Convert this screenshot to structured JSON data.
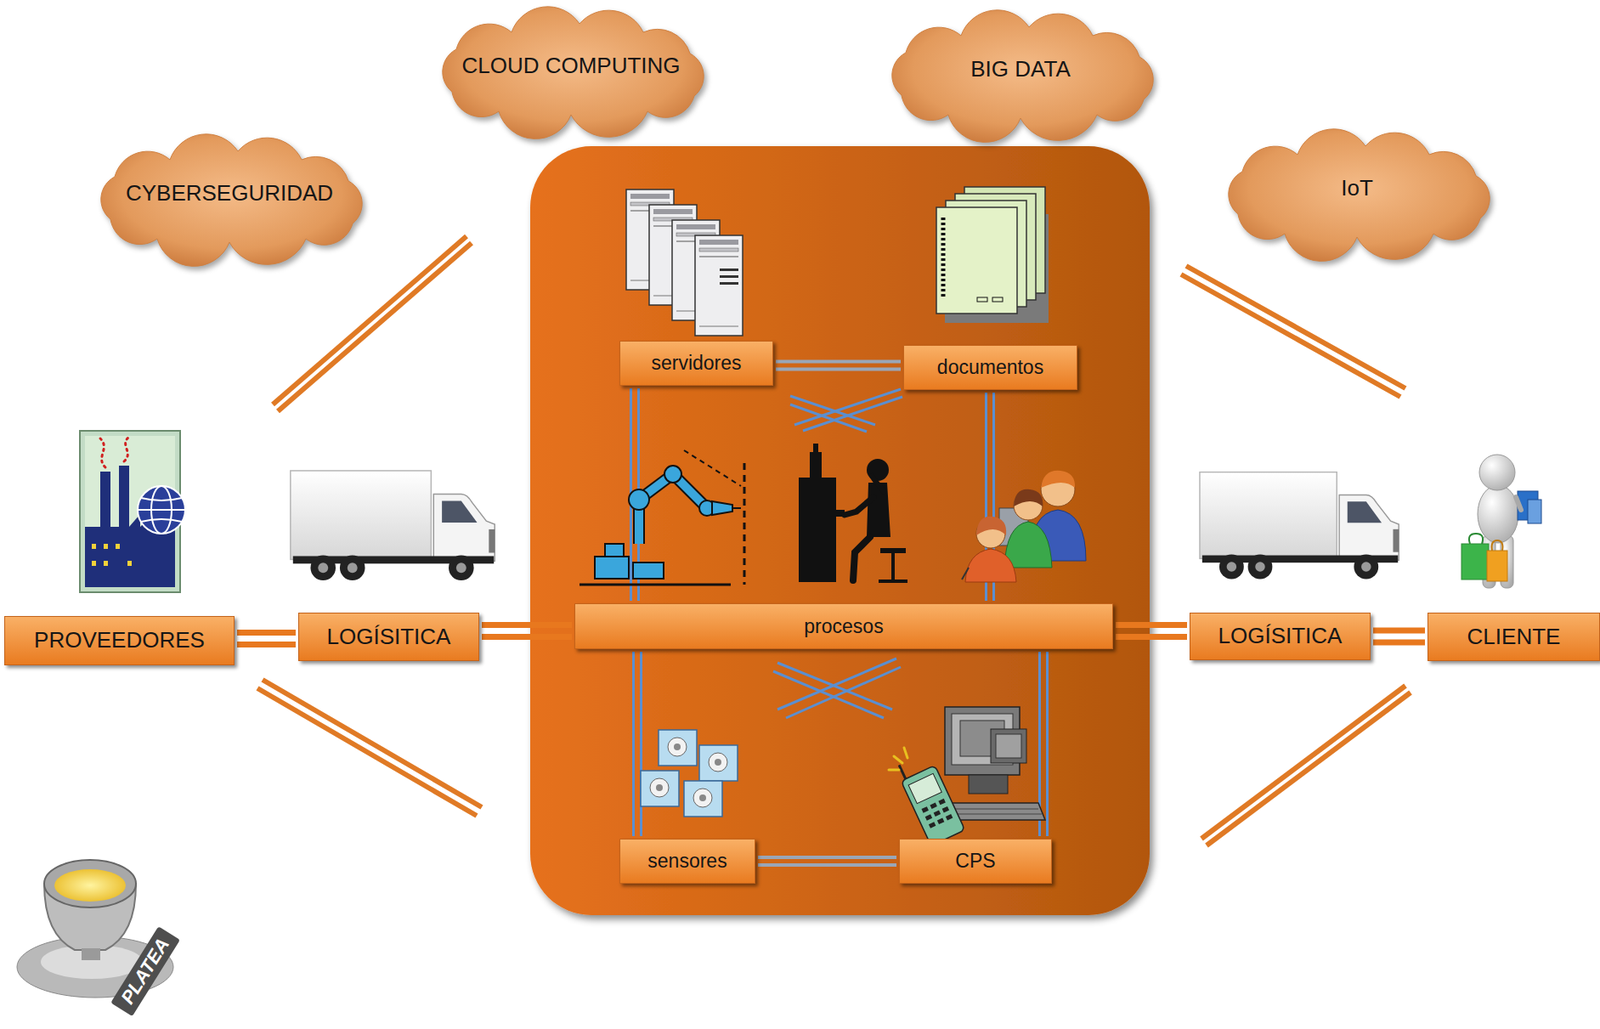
{
  "diagram": {
    "nodes": [
      {
        "text": [
          "CLOUD COMPUTING"
        ]
      },
      {
        "text": [
          "BIG DATA"
        ]
      },
      {
        "text": [
          "CYBERSEGURIDAD"
        ]
      },
      {
        "text": [
          "IoT"
        ]
      },
      {
        "text": [
          "servidores"
        ]
      },
      {
        "text": [
          "documentos"
        ]
      },
      {
        "text": [
          "PROVEEDORES"
        ]
      },
      {
        "text": [
          "LOGÍSITICA"
        ]
      },
      {
        "text": [
          "procesos"
        ]
      },
      {
        "text": [
          "LOGÍSITICA"
        ]
      },
      {
        "text": [
          "CLIENTE"
        ]
      },
      {
        "text": [
          "sensores"
        ]
      },
      {
        "text": [
          "CPS"
        ]
      }
    ],
    "edges": [
      {
        "from": 6,
        "to": 7,
        "arrow": "none"
      },
      {
        "from": 7,
        "to": 8,
        "arrow": "none"
      },
      {
        "from": 8,
        "to": 9,
        "arrow": "none"
      },
      {
        "from": 9,
        "to": 10,
        "arrow": "none"
      },
      {
        "from": 4,
        "to": 5,
        "arrow": "none"
      },
      {
        "from": 4,
        "to": 8,
        "arrow": "none"
      },
      {
        "from": 5,
        "to": 8,
        "arrow": "none"
      },
      {
        "from": 8,
        "to": 11,
        "arrow": "none"
      },
      {
        "from": 8,
        "to": 12,
        "arrow": "none"
      },
      {
        "from": 11,
        "to": 12,
        "arrow": "none"
      }
    ],
    "labels": [
      "PLATEA"
    ]
  }
}
